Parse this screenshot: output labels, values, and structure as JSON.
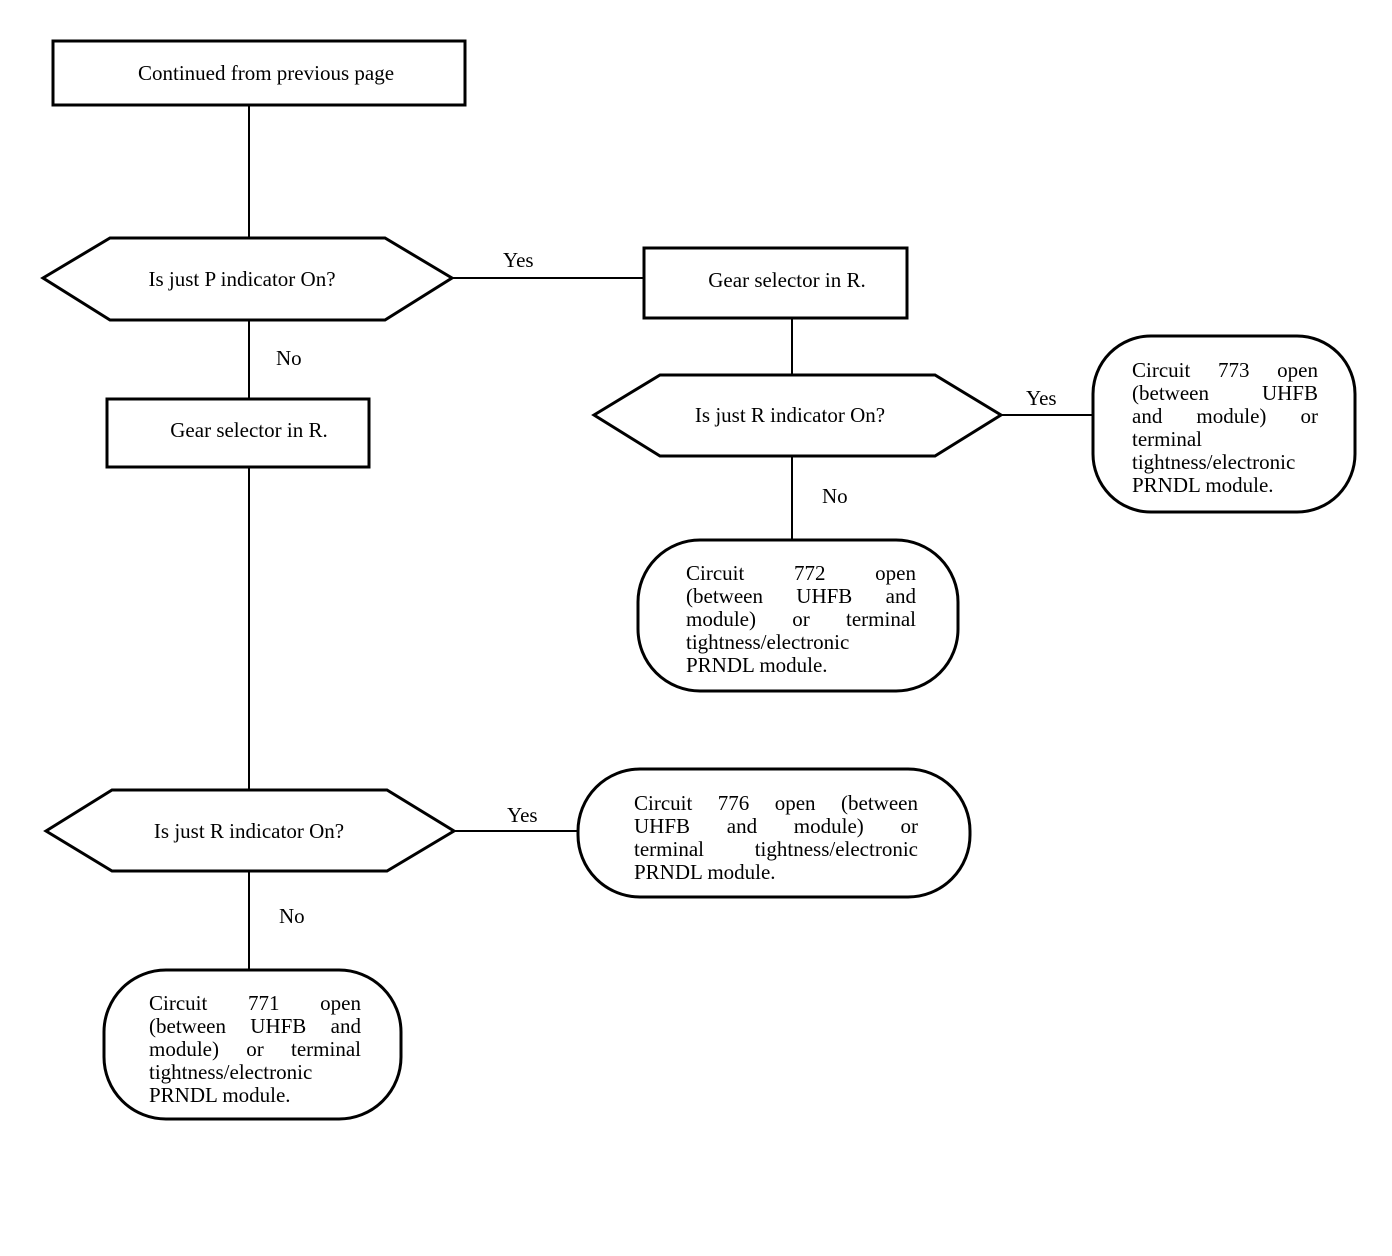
{
  "nodes": {
    "start": "Continued from previous page",
    "q_p_on": "Is just P indicator On?",
    "gear_r_right": "Gear selector in R.",
    "gear_r_left": "Gear selector in R.",
    "q_r_on_upper": "Is just R indicator On?",
    "q_r_on_lower": "Is just R indicator On?",
    "result_773": [
      [
        "Circuit",
        "773",
        "open"
      ],
      [
        "(between",
        "UHFB"
      ],
      [
        "and",
        "module)",
        "or"
      ],
      [
        "terminal"
      ],
      [
        "tightness/electronic"
      ],
      [
        "PRNDL module."
      ]
    ],
    "result_772": [
      [
        "Circuit",
        "772",
        "open"
      ],
      [
        "(between",
        "UHFB",
        "and"
      ],
      [
        "module)",
        "or",
        "terminal"
      ],
      [
        "tightness/electronic"
      ],
      [
        "PRNDL module."
      ]
    ],
    "result_776": [
      [
        "Circuit",
        "776",
        "open",
        "(between"
      ],
      [
        "UHFB",
        "and",
        "module)",
        "or"
      ],
      [
        "terminal",
        "tightness/electronic"
      ],
      [
        "PRNDL module."
      ]
    ],
    "result_771": [
      [
        "Circuit",
        "771",
        "open"
      ],
      [
        "(between",
        "UHFB",
        "and"
      ],
      [
        "module)",
        "or",
        "terminal"
      ],
      [
        "tightness/electronic"
      ],
      [
        "PRNDL module."
      ]
    ]
  },
  "edges": {
    "p_yes": "Yes",
    "p_no": "No",
    "r_upper_yes": "Yes",
    "r_upper_no": "No",
    "r_lower_yes": "Yes",
    "r_lower_no": "No"
  }
}
